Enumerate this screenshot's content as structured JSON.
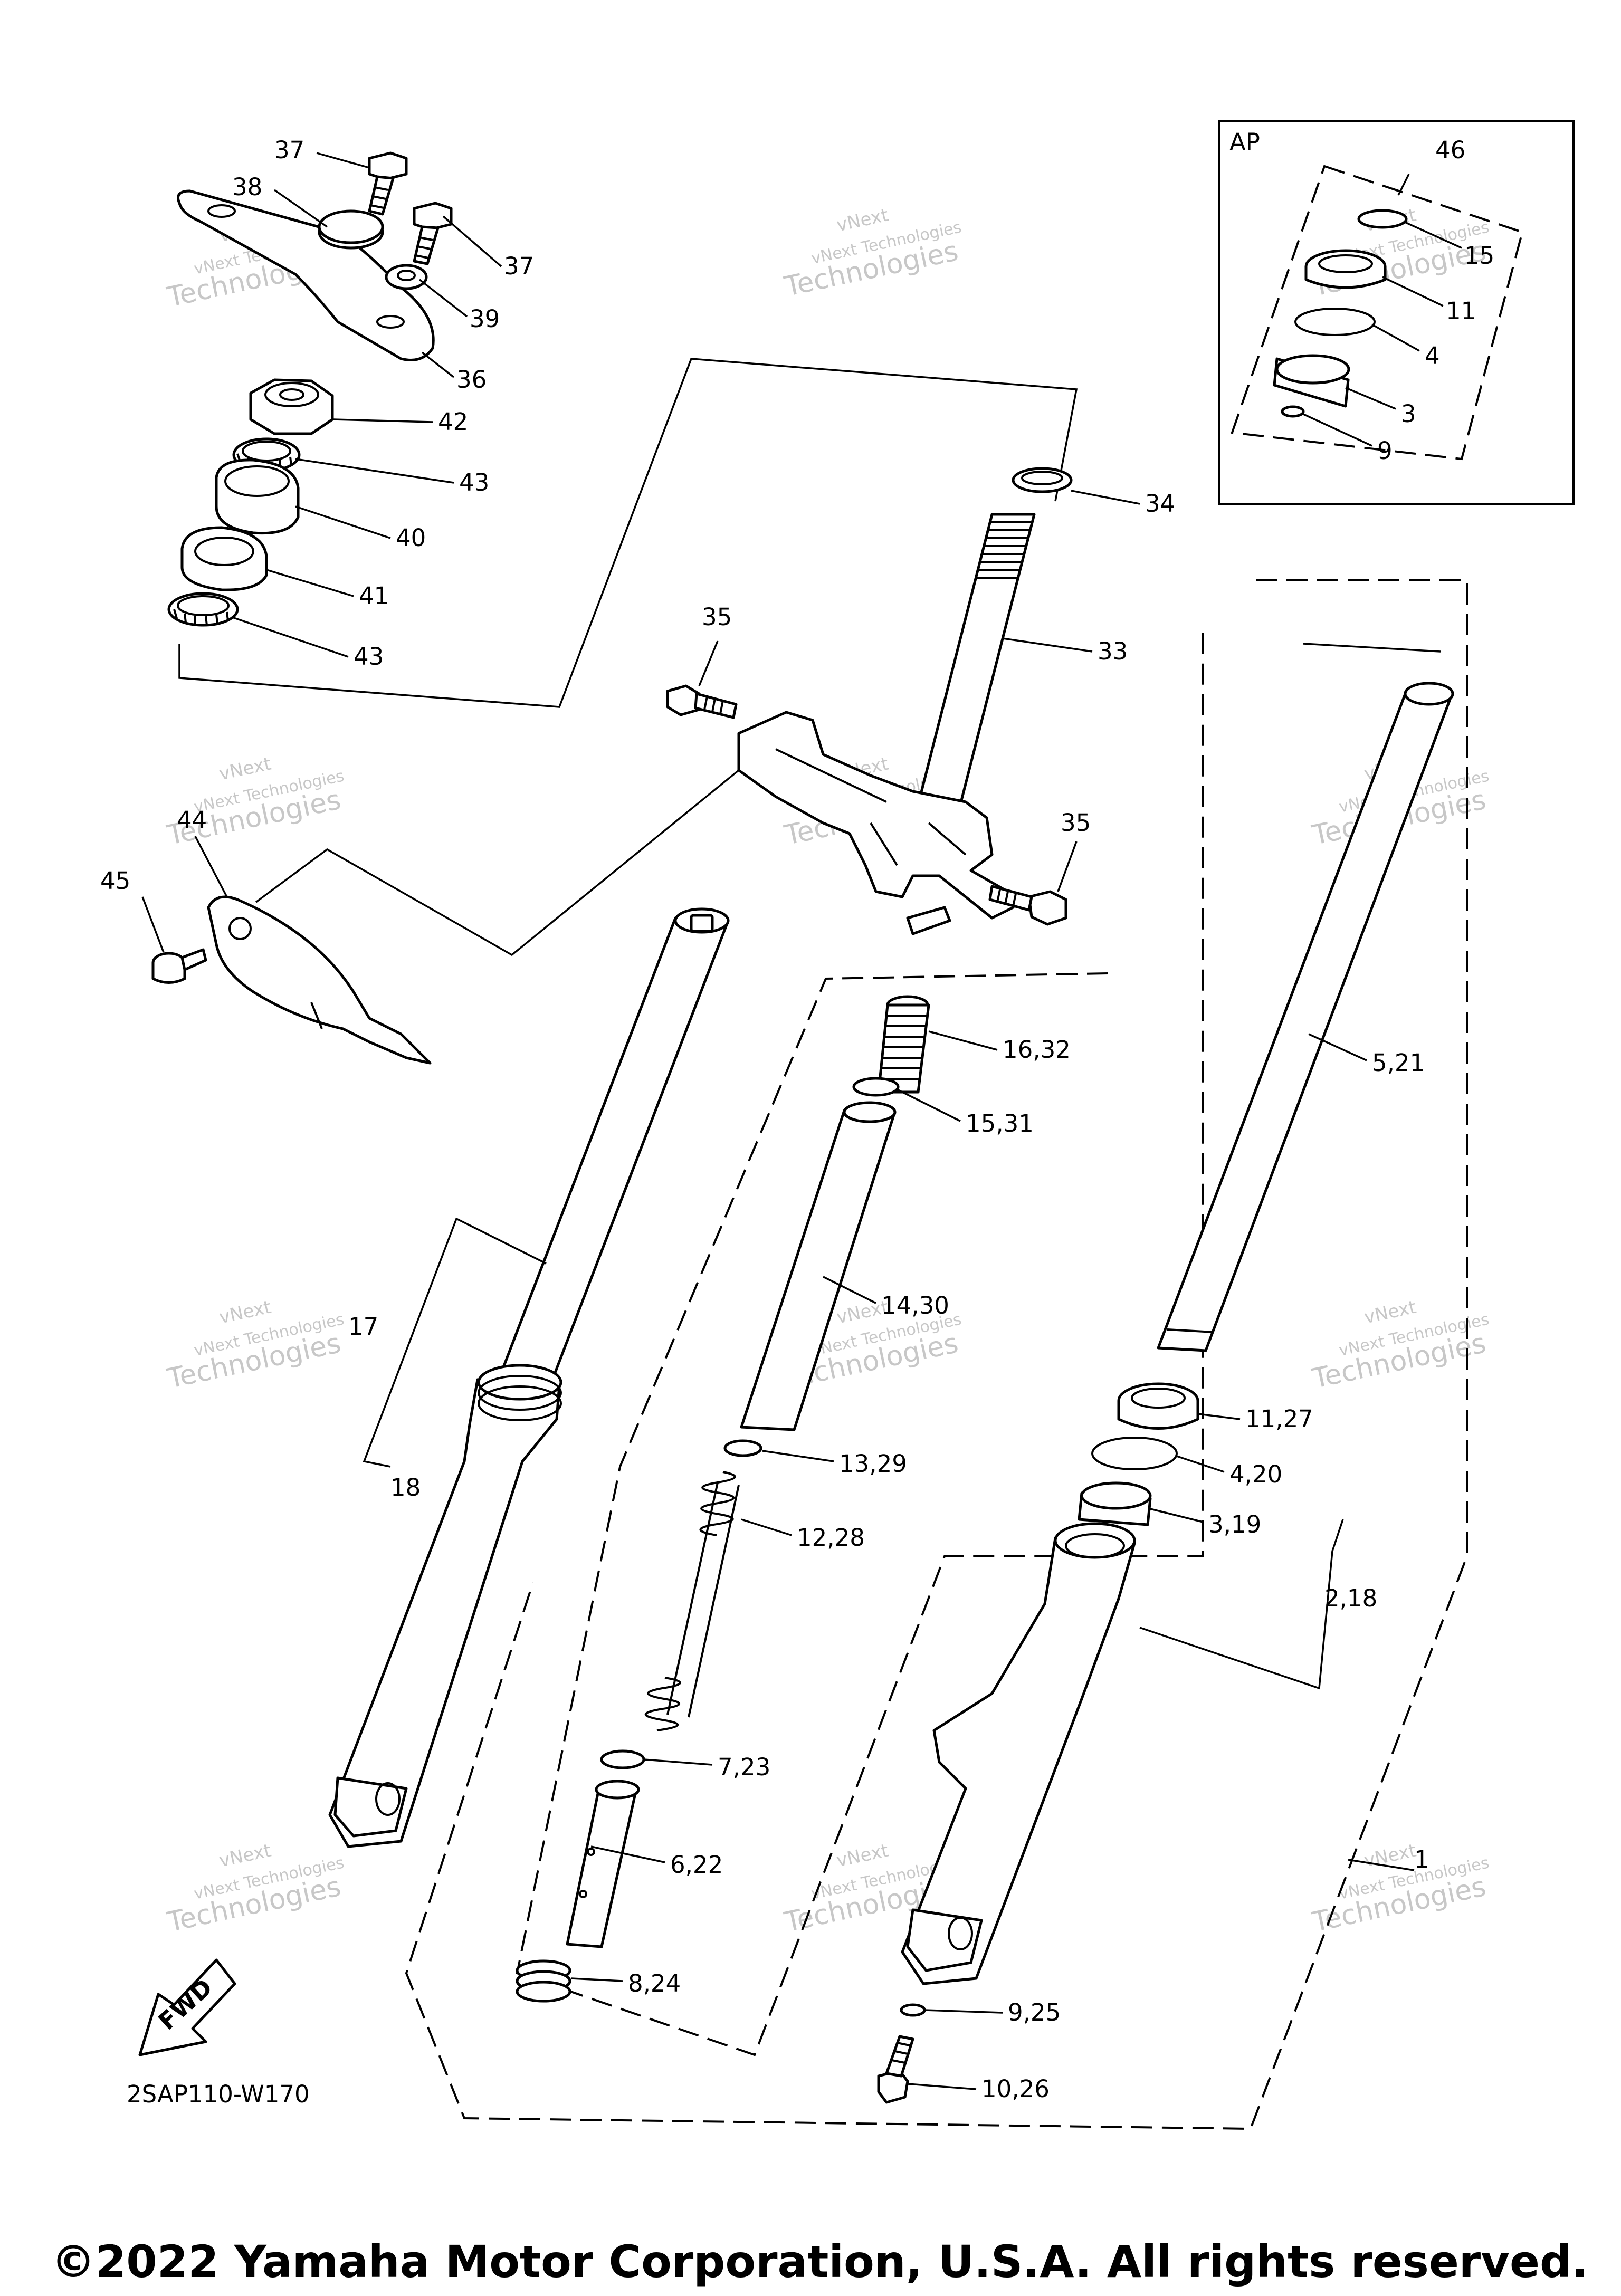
{
  "diagram": {
    "code": "2SAP110-W170",
    "fwd_label": "FWD",
    "ap_label": "AP",
    "copyright": "©2022 Yamaha Motor Corporation, U.S.A. All rights reserved.",
    "watermark_line1": "vNext Technologies",
    "watermark_line2": "vNext",
    "watermark_line3": "Technologies",
    "callouts": {
      "c37a": "37",
      "c38": "38",
      "c37b": "37",
      "c39": "39",
      "c36": "36",
      "c42": "42",
      "c43a": "43",
      "c40": "40",
      "c41": "41",
      "c43b": "43",
      "c34": "34",
      "c33": "33",
      "c35a": "35",
      "c35b": "35",
      "c44": "44",
      "c45": "45",
      "c46": "46",
      "c15": "15",
      "c11": "11",
      "c4": "4",
      "c3": "3",
      "c9": "9",
      "c16_32": "16,32",
      "c15_31": "15,31",
      "c14_30": "14,30",
      "c13_29": "13,29",
      "c12_28": "12,28",
      "c7_23": "7,23",
      "c6_22": "6,22",
      "c8_24": "8,24",
      "c5_21": "5,21",
      "c11_27": "11,27",
      "c4_20": "4,20",
      "c3_19": "3,19",
      "c2_18": "2,18",
      "c1": "1",
      "c9_25": "9,25",
      "c10_26": "10,26",
      "c17": "17",
      "c18": "18"
    }
  }
}
